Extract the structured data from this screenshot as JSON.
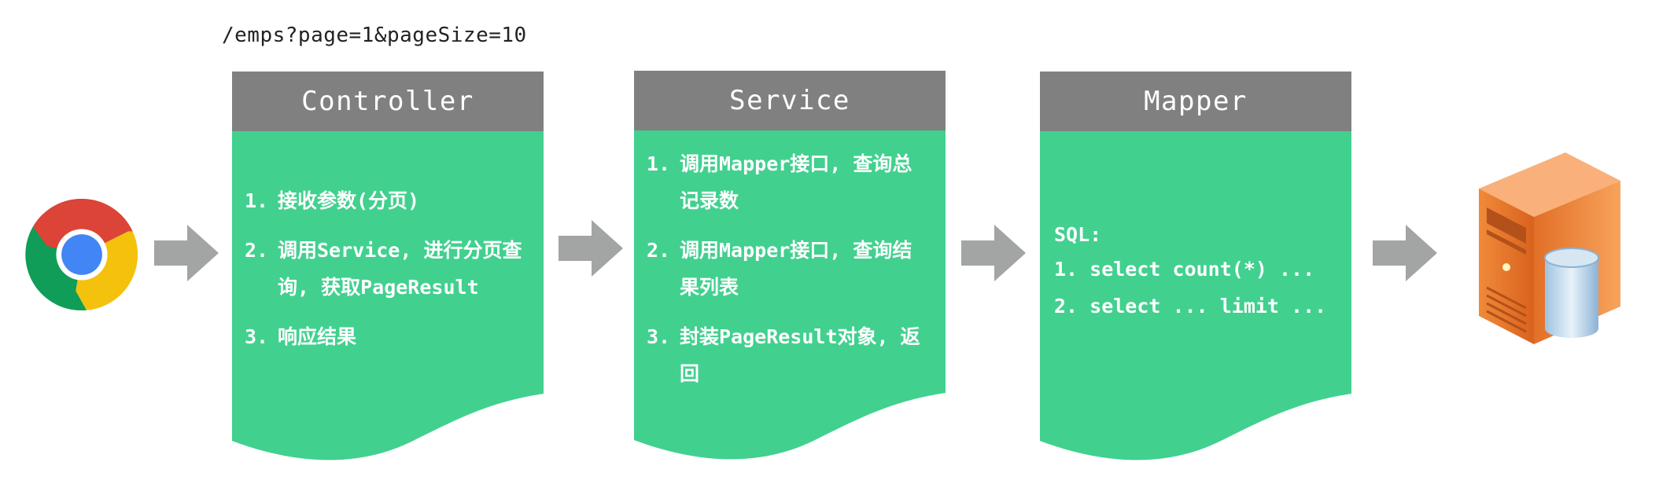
{
  "request_url": "/emps?page=1&pageSize=10",
  "colors": {
    "header": "#808080",
    "card": "#42d08f",
    "arrow": "#a2a5a3"
  },
  "icons": {
    "browser": "chrome-icon",
    "database_server": "server-icon",
    "flow_arrow": "arrow-right-icon"
  },
  "controller": {
    "title": "Controller",
    "steps": [
      {
        "num": "1.",
        "text": "接收参数(分页)"
      },
      {
        "num": "2.",
        "text": "调用Service, 进行分页查询, 获取PageResult"
      },
      {
        "num": "3.",
        "text": "响应结果"
      }
    ]
  },
  "service": {
    "title": "Service",
    "steps": [
      {
        "num": "1.",
        "text": "调用Mapper接口, 查询总记录数"
      },
      {
        "num": "2.",
        "text": "调用Mapper接口, 查询结果列表"
      },
      {
        "num": "3.",
        "text": "封装PageResult对象, 返回"
      }
    ]
  },
  "mapper": {
    "title": "Mapper",
    "sql_label": "SQL:",
    "sql_lines": [
      "1. select count(*) ...",
      "2. select ... limit ..."
    ]
  }
}
